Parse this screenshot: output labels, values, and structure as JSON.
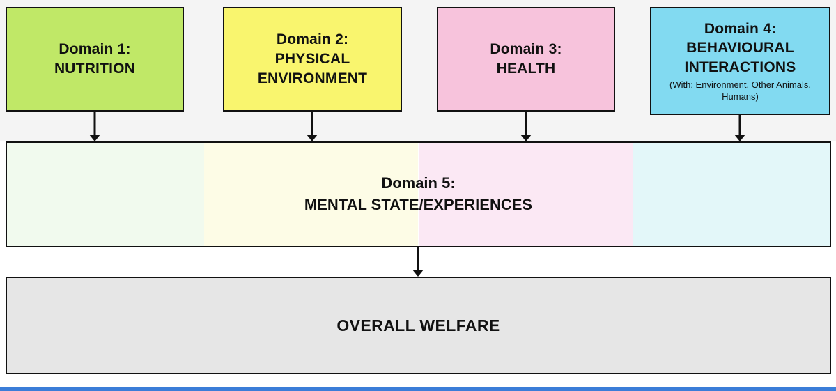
{
  "diagram": {
    "domains": [
      {
        "title": "Domain 1:",
        "name": "NUTRITION",
        "color": "#c0e867",
        "pale": "#f1faee"
      },
      {
        "title": "Domain 2:",
        "name": "PHYSICAL ENVIRONMENT",
        "color": "#f9f56e",
        "pale": "#fdfce6"
      },
      {
        "title": "Domain 3:",
        "name": "HEALTH",
        "color": "#f7c3dc",
        "pale": "#fbe8f4"
      },
      {
        "title": "Domain 4:",
        "name": "BEHAVIOURAL INTERACTIONS",
        "subtitle": "(With: Environment, Other Animals, Humans)",
        "color": "#82daf1",
        "pale": "#e3f7f9"
      }
    ],
    "domain5": {
      "title": "Domain 5:",
      "name": "MENTAL STATE/EXPERIENCES"
    },
    "overall": {
      "label": "OVERALL WELFARE",
      "color": "#e6e6e6"
    },
    "border_color": "#111111",
    "accent_bar_color": "#3b7dd8"
  }
}
